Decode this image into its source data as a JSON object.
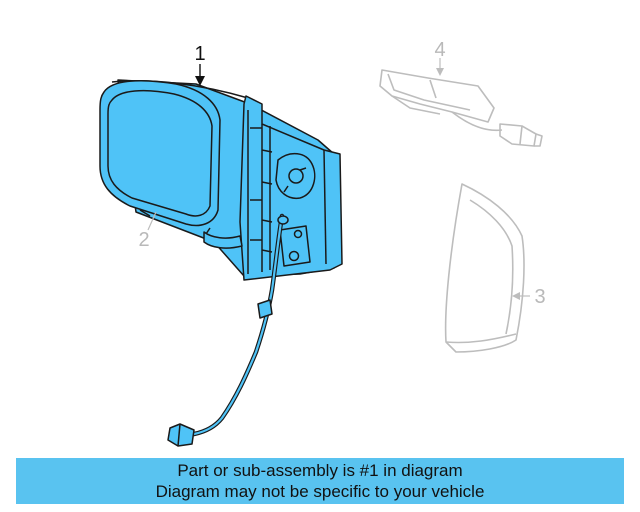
{
  "diagram": {
    "callouts": {
      "part_1": "1",
      "part_2": "2",
      "part_3": "3",
      "part_4": "4"
    },
    "colors": {
      "highlight_fill": "#4fc3f7",
      "outline": "#1a1a1a",
      "faded_outline": "#bdbdbd"
    }
  },
  "banner": {
    "line1": "Part or sub-assembly is #1 in diagram",
    "line2": "Diagram may not be specific to your vehicle",
    "background": "#59c3f0"
  }
}
